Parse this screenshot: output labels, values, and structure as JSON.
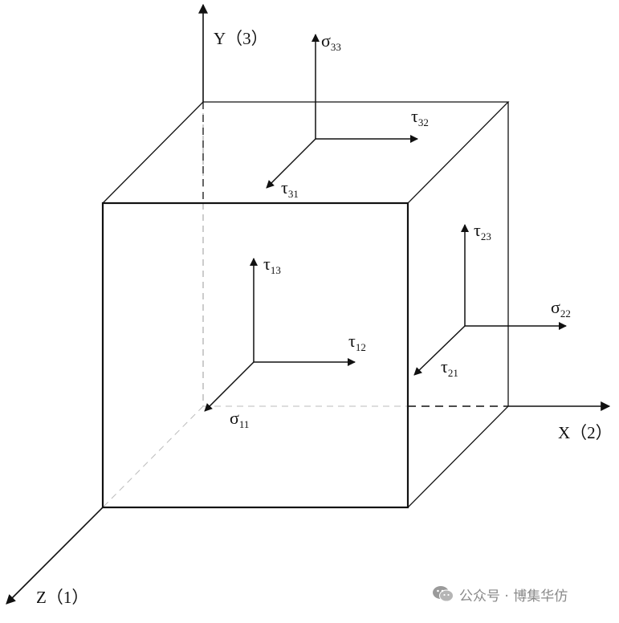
{
  "axes": {
    "y_label": "Y（3）",
    "x_label": "X（2）",
    "z_label": "Z（1）"
  },
  "stress_labels": {
    "sigma33": {
      "symbol": "σ",
      "subscript": "33"
    },
    "tau32": {
      "symbol": "τ",
      "subscript": "32"
    },
    "tau31": {
      "symbol": "τ",
      "subscript": "31"
    },
    "tau23": {
      "symbol": "τ",
      "subscript": "23"
    },
    "sigma22": {
      "symbol": "σ",
      "subscript": "22"
    },
    "tau21": {
      "symbol": "τ",
      "subscript": "21"
    },
    "tau13": {
      "symbol": "τ",
      "subscript": "13"
    },
    "tau12": {
      "symbol": "τ",
      "subscript": "12"
    },
    "sigma11": {
      "symbol": "σ",
      "subscript": "11"
    }
  },
  "watermark": {
    "text": "公众号 · 博集华仿",
    "icon": "wechat-icon",
    "color": "#8a8a8a"
  },
  "colors": {
    "line": "#111111",
    "hidden_edge": "#9a9a9a"
  }
}
